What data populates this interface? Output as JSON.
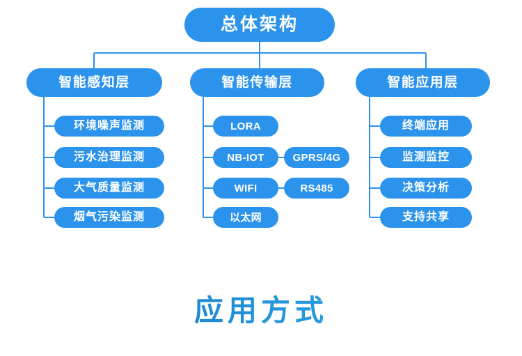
{
  "theme": {
    "node_fill": "#2B93EB",
    "node_text": "#FFFFFF",
    "line_color": "#2B93EB",
    "page_background": "#FFFFFF",
    "footer_gradient_start": "#1275C0",
    "footer_gradient_end": "#30B0EC"
  },
  "diagram": {
    "root": {
      "label": "总体架构"
    },
    "layers": [
      {
        "label": "智能感知层",
        "children": [
          {
            "label": "环境噪声监测"
          },
          {
            "label": "污水治理监测"
          },
          {
            "label": "大气质量监测"
          },
          {
            "label": "烟气污染监测"
          }
        ]
      },
      {
        "label": "智能传输层",
        "children": [
          {
            "label": "LORA",
            "sibling": null
          },
          {
            "label": "NB-IOT",
            "sibling": "GPRS/4G"
          },
          {
            "label": "WIFI",
            "sibling": "RS485"
          },
          {
            "label": "以太网",
            "sibling": null
          }
        ]
      },
      {
        "label": "智能应用层",
        "children": [
          {
            "label": "终端应用"
          },
          {
            "label": "监测监控"
          },
          {
            "label": "决策分析"
          },
          {
            "label": "支持共享"
          }
        ]
      }
    ]
  },
  "footer": {
    "title": "应用方式"
  }
}
